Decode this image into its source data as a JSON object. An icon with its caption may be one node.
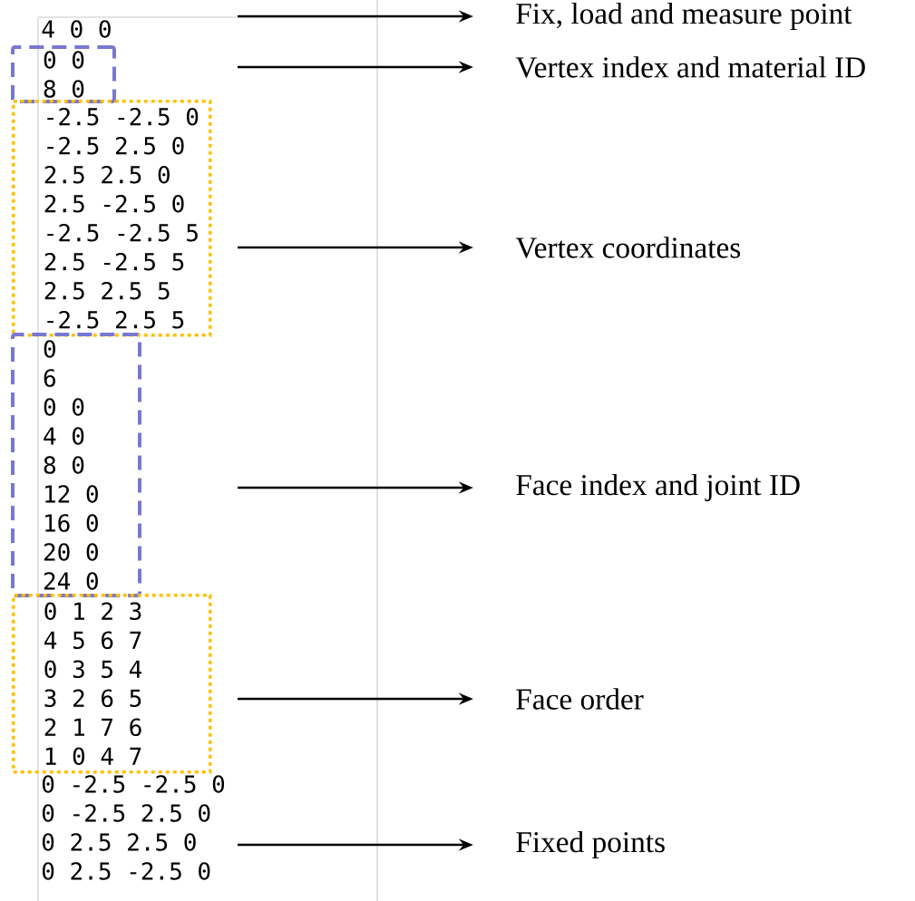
{
  "diagram": {
    "nodes": [
      {
        "text": [
          "0 0",
          "8 0"
        ]
      },
      {
        "text": [
          "-2.5 -2.5 0",
          "-2.5 2.5 0",
          "2.5 2.5 0",
          "2.5 -2.5 0",
          "-2.5 -2.5 5",
          "2.5 -2.5 5",
          "2.5 2.5 5",
          "-2.5 2.5 5"
        ]
      },
      {
        "text": [
          "0",
          "6",
          "0 0",
          "4 0",
          "8 0",
          "12 0",
          "16 0",
          "20 0",
          "24 0"
        ]
      },
      {
        "text": [
          "0 1 2 3",
          "4 5 6 7",
          "0 3 5 4",
          "3 2 6 5",
          "2 1 7 6",
          "1 0 4 7"
        ]
      },
      {
        "text": [
          "Fix, load and measure point"
        ]
      },
      {
        "text": [
          "Vertex index and material ID"
        ]
      },
      {
        "text": [
          "Vertex coordinates"
        ]
      },
      {
        "text": [
          "Face index and joint ID"
        ]
      },
      {
        "text": [
          "Face order"
        ]
      },
      {
        "text": [
          "Fixed points"
        ]
      }
    ],
    "edges": [
      {
        "from": null,
        "to": 4,
        "arrow": "to"
      },
      {
        "from": null,
        "to": 5,
        "arrow": "to"
      },
      {
        "from": null,
        "to": 6,
        "arrow": "to"
      },
      {
        "from": null,
        "to": 7,
        "arrow": "to"
      },
      {
        "from": null,
        "to": 8,
        "arrow": "to"
      },
      {
        "from": null,
        "to": 9,
        "arrow": "to"
      }
    ],
    "labels": [
      "4 0 0",
      "0 -2.5 -2.5 0",
      "0 -2.5 2.5 0",
      "0 2.5 2.5 0",
      "0 2.5 -2.5 0"
    ]
  }
}
